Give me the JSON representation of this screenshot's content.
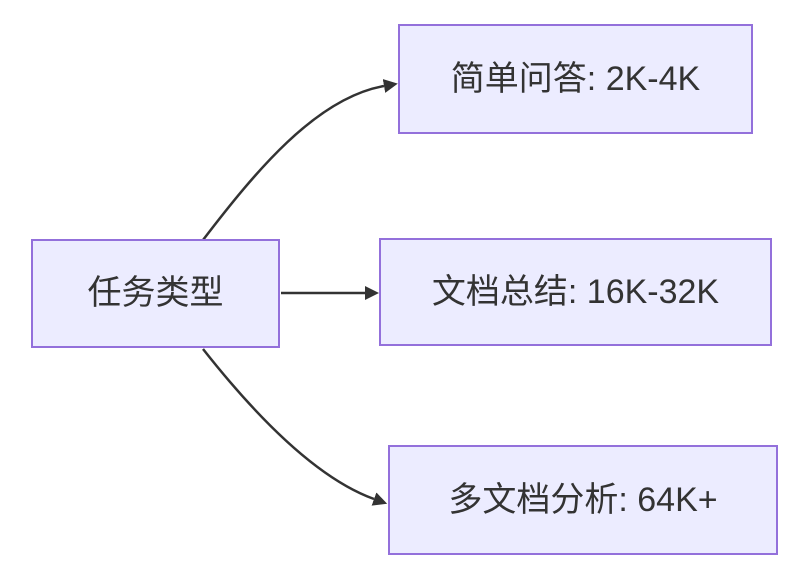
{
  "diagram": {
    "root": {
      "label": "任务类型"
    },
    "branches": [
      {
        "label": "简单问答: 2K-4K"
      },
      {
        "label": "文档总结: 16K-32K"
      },
      {
        "label": "多文档分析: 64K+"
      }
    ],
    "colors": {
      "node_fill": "#ECECFF",
      "node_border": "#9370DB",
      "node_text": "#333333",
      "edge": "#333333",
      "background": "#FFFFFF"
    }
  }
}
